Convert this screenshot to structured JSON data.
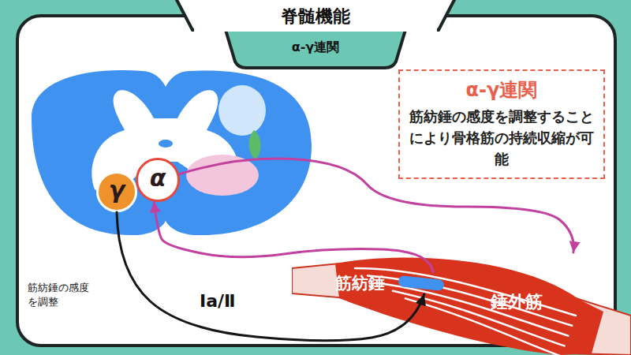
{
  "diagram": {
    "title": "脊髄機能",
    "nodes": [
      {
        "text": [
          "γ"
        ]
      },
      {
        "text": [
          "α"
        ]
      },
      {
        "text": [
          "α-γ連関",
          "筋紡錘の感度を調整することにより骨格筋の持続収縮が可能"
        ]
      },
      {
        "text": [
          "錘外筋"
        ]
      },
      {
        "text": [
          "筋紡錘"
        ],
        "in": 3
      }
    ],
    "edges": [
      {
        "from": 0,
        "to": 4,
        "arrow": "to",
        "label": "筋紡錘の感度を調整"
      },
      {
        "from": 4,
        "to": 1,
        "arrow": "to",
        "label": "Ⅰa/Ⅱ"
      },
      {
        "from": 1,
        "to": 3,
        "arrow": "to"
      }
    ],
    "labels": [
      "α-γ連関"
    ]
  }
}
